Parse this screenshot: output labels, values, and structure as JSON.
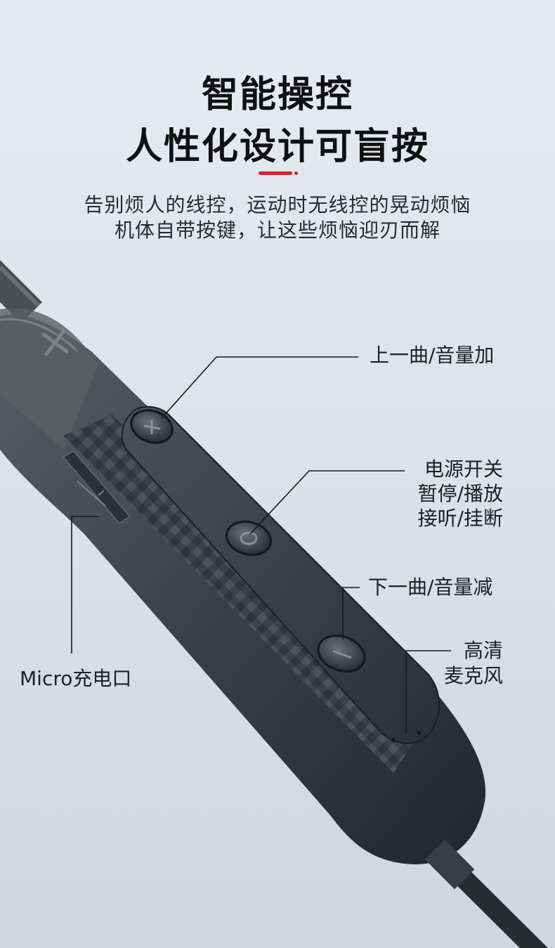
{
  "header": {
    "title_line1": "智能操控",
    "title_line2": "人性化设计可盲按",
    "subtitle_line1": "告别烦人的线控，运动时无线控的晃动烦恼",
    "subtitle_line2": "机体自带按键，让这些烦恼迎刃而解"
  },
  "labels": {
    "prev_volume_up": "上一曲/音量加",
    "power_line1": "电源开关",
    "power_line2": "暂停/播放",
    "power_line3": "接听/挂断",
    "next_volume_down": "下一曲/音量减",
    "mic_line1": "高清",
    "mic_line2": "麦克风",
    "charging_port": "Micro充电口"
  },
  "colors": {
    "accent_red": "#d8202a",
    "accent_red_light": "#e33",
    "device_dark": "#2b2f34",
    "device_body": "#3a4047"
  },
  "icons": {
    "plus": "plus-icon",
    "circle": "circle-button-icon",
    "minus": "minus-icon",
    "usb": "usb-icon",
    "x_logo": "x-logo-icon"
  }
}
